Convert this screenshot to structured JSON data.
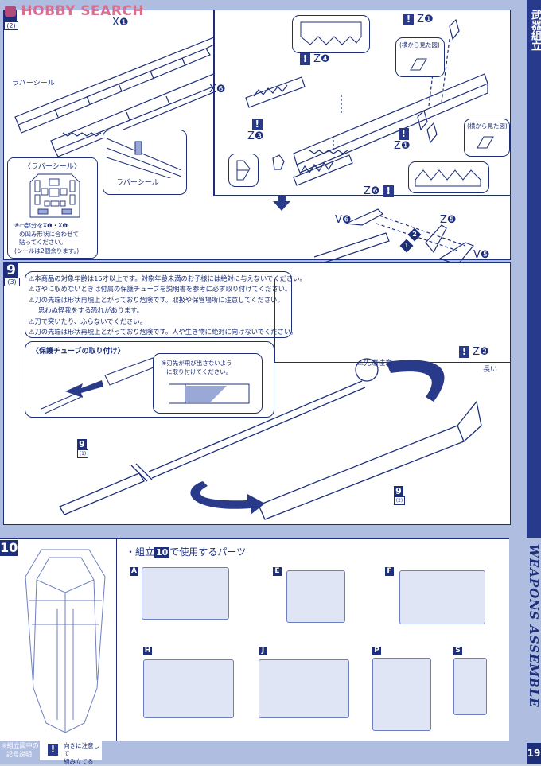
{
  "watermark": "HOBBY SEARCH",
  "page_number": "19",
  "side_tab_top": "武器組立",
  "side_tab_bottom": "WEAPONS ASSEMBLE",
  "step8": {
    "sub_number": "(2)",
    "parts": {
      "x1": "X❶",
      "x6": "X❻",
      "z1_top": "Z❶",
      "z1_bottom": "Z❶",
      "z3": "Z❸",
      "z4": "Z❹",
      "z6": "Z❻",
      "v6": "V❻",
      "z5": "Z❺",
      "v5": "V❺"
    },
    "rubber_seal_label": "ラバーシール",
    "rubber_seal_callout_label": "ラバーシール",
    "side_view_top": "(横から見た図)",
    "side_view_bottom": "(横から見た図)",
    "rubber_seal_box": {
      "title": "〈ラバーシール〉",
      "note_line1": "※▭部分をX❶・X❻",
      "note_line2": "の凹み形状に合わせて",
      "note_line3": "貼ってください。",
      "note_line4": "(シールは2個余ります。)"
    },
    "order_1": "1",
    "order_2": "2"
  },
  "step9": {
    "number": "9",
    "sub_number": "(3)",
    "warnings": [
      "本商品の対象年齢は15才以上です。対象年齢未満のお子様には絶対に与えないでください。",
      "さやに収めないときは付属の保護チューブを説明書を参考に必ず取り付けてください。",
      "刀の先端は形状再現上とがっており危険です。取扱や保管場所に注意してください。",
      "思わぬ怪我をする恐れがあります。",
      "刀で突いたり、ふらないでください。",
      "刀の先端は形状再現上とがっており危険です。人や生き物に絶対に向けないでください。"
    ],
    "tube_title": "〈保護チューブの取り付け〉",
    "tube_note_line1": "※刃先が飛び出さないよう",
    "tube_note_line2": "に取り付けてください。",
    "tip_caution": "先端注意",
    "z2": "Z❷",
    "long_label": "長い",
    "ref_left_num": "9",
    "ref_left_sub": "(1)",
    "ref_right_num": "9",
    "ref_right_sub": "(2)"
  },
  "step10": {
    "number": "10",
    "parts_heading_prefix": "・組立",
    "parts_heading_num": "10",
    "parts_heading_suffix": "で使用するパーツ",
    "runners": [
      "A",
      "E",
      "F",
      "H",
      "J",
      "P",
      "S"
    ]
  },
  "legend": {
    "label_line1": "※組立図中の",
    "label_line2": "記号説明",
    "icon_text": "!",
    "desc_line1": "向きに注意して",
    "desc_line2": "組み立てる"
  }
}
